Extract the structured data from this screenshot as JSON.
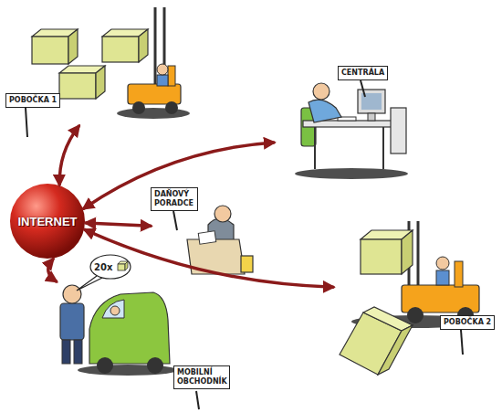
{
  "diagram": {
    "nodes": [
      {
        "text": [
          "POBOČKA 1"
        ]
      },
      {
        "text": [
          "CENTRÁLA"
        ]
      },
      {
        "text": [
          "INTERNET"
        ]
      },
      {
        "text": [
          "DAŇOVÝ PORADCE"
        ]
      },
      {
        "text": [
          "20x"
        ]
      },
      {
        "text": [
          "POBOČKA 2"
        ]
      },
      {
        "text": [
          "MOBILNÍ OBCHODNÍK"
        ]
      }
    ],
    "edges": [
      {
        "from": 2,
        "to": 0,
        "arrow": "both"
      },
      {
        "from": 2,
        "to": 1,
        "arrow": "both"
      },
      {
        "from": 2,
        "to": 3,
        "arrow": "both"
      },
      {
        "from": 2,
        "to": 5,
        "arrow": "both"
      },
      {
        "from": 2,
        "to": 6,
        "arrow": "both"
      }
    ]
  }
}
